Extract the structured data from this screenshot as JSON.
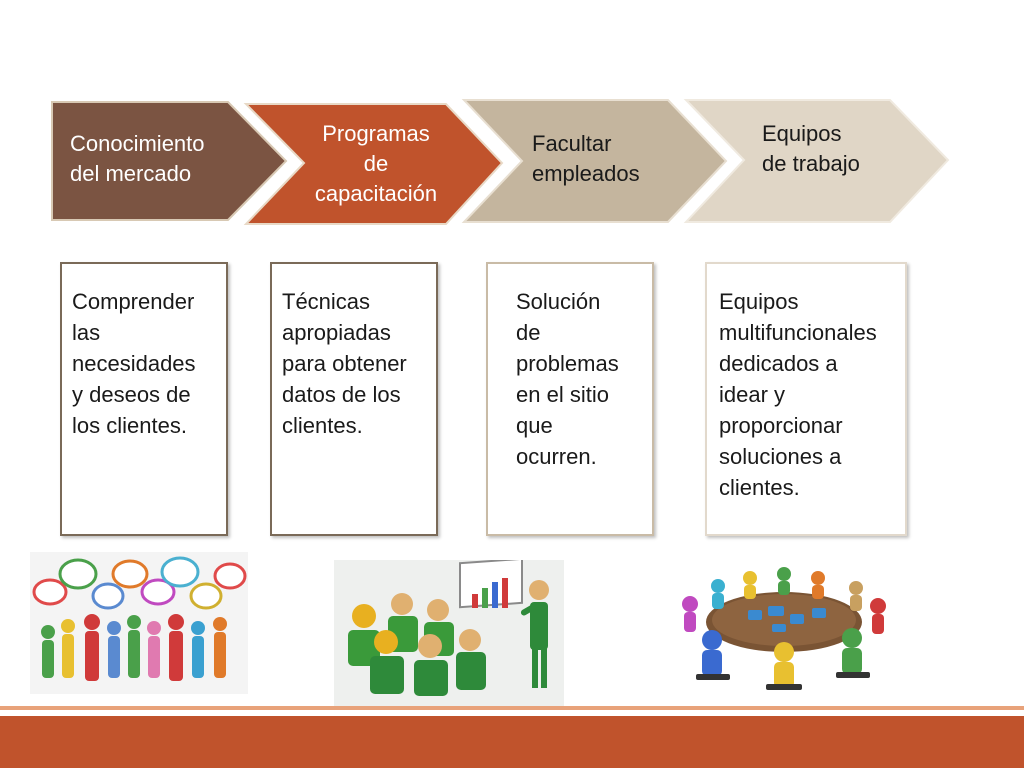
{
  "steps": [
    {
      "label": "Conocimiento\ndel mercado",
      "color": "#7b5442",
      "text_color": "#ffffff"
    },
    {
      "label": "Programas\nde\ncapacitación",
      "color": "#c0532c",
      "text_color": "#ffffff"
    },
    {
      "label": "Facultar\nempleados",
      "color": "#c4b59e",
      "text_color": "#1a1a1a"
    },
    {
      "label": "Equipos\nde trabajo",
      "color": "#e0d6c6",
      "text_color": "#1a1a1a"
    }
  ],
  "boxes": [
    {
      "text": "Comprender\nlas\nnecesidades\ny deseos de\nlos clientes."
    },
    {
      "text": "Técnicas\napropiadas\npara obtener\ndatos de los\nclientes."
    },
    {
      "text": "Solución\nde\nproblemas\nen el sitio\nque\nocurren."
    },
    {
      "text": "Equipos\nmultifuncionales\ndedicados a\nidear y\nproporcionar\nsoluciones a\nclientes."
    }
  ],
  "images": [
    {
      "icon": "people-speech-bubbles-illustration"
    },
    {
      "icon": "training-presentation-illustration"
    },
    {
      "icon": "team-puzzle-table-illustration"
    }
  ],
  "colors": {
    "accent": "#c0532c",
    "accent_light": "#e8a27a",
    "border": "#7a6a58"
  }
}
